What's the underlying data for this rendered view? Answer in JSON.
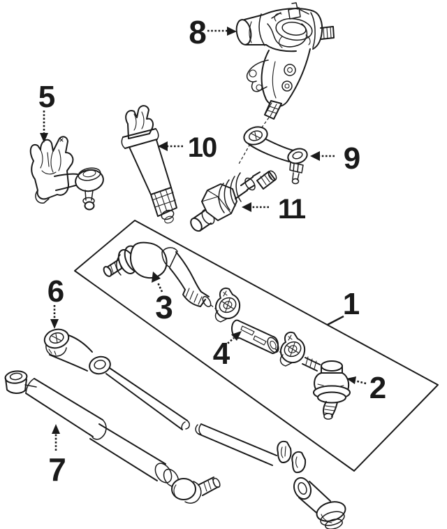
{
  "figure": {
    "type": "exploded-parts-diagram",
    "colors": {
      "ink": "#1a1a1a",
      "paper": "#ffffff"
    }
  },
  "callouts": [
    {
      "number": "1"
    },
    {
      "number": "2"
    },
    {
      "number": "3"
    },
    {
      "number": "4"
    },
    {
      "number": "5"
    },
    {
      "number": "6"
    },
    {
      "number": "7"
    },
    {
      "number": "8"
    },
    {
      "number": "9"
    },
    {
      "number": "10"
    },
    {
      "number": "11"
    }
  ]
}
